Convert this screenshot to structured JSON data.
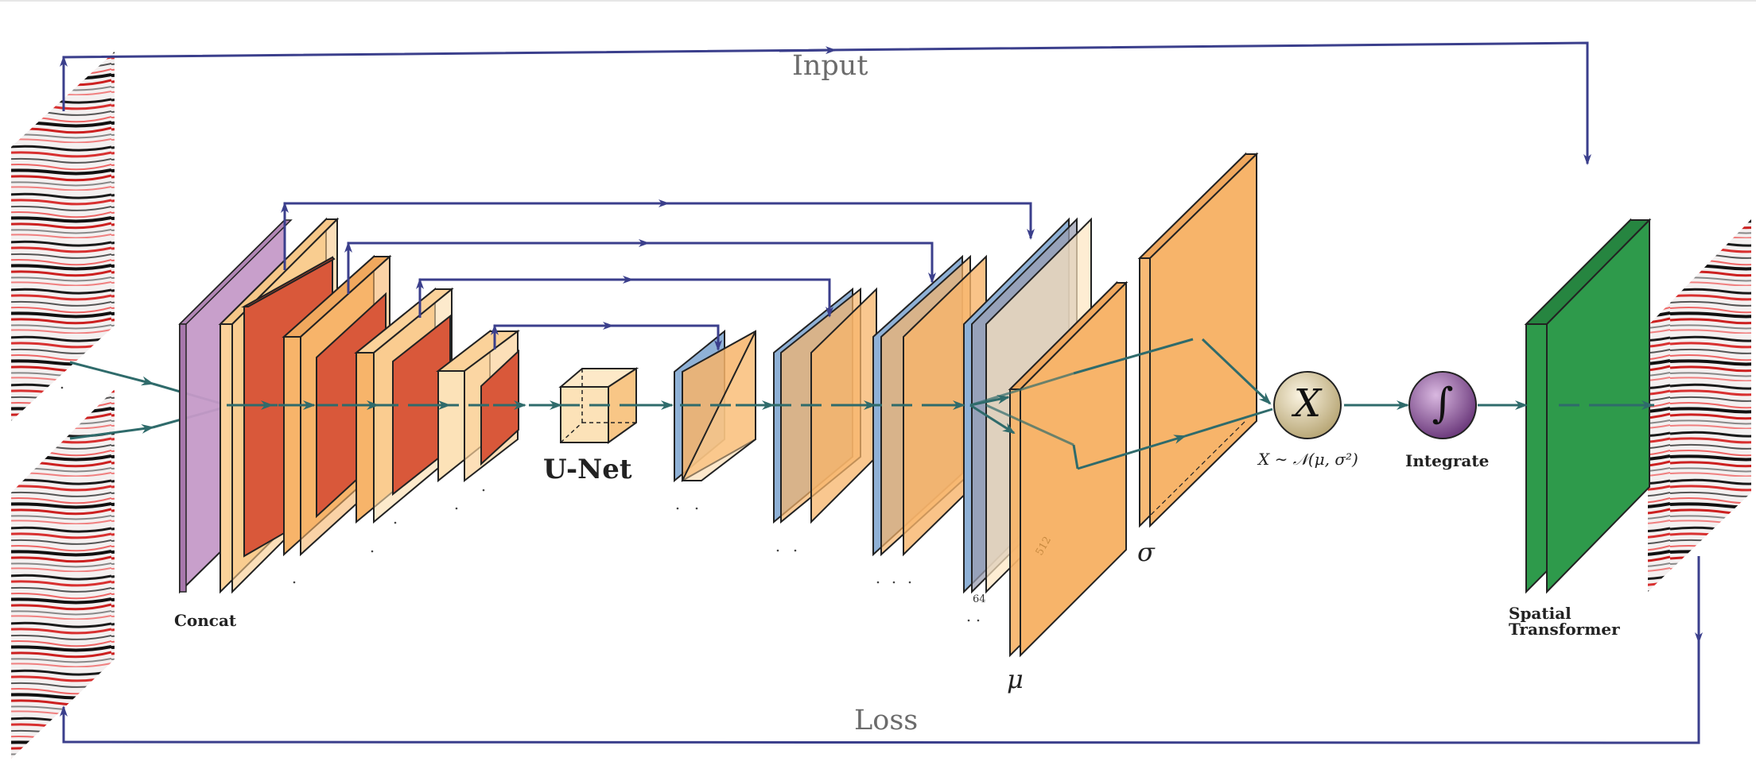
{
  "labels": {
    "input": "Input",
    "loss": "Loss",
    "concat": "Concat",
    "unet": "U-Net",
    "mu": "μ",
    "sigma": "σ",
    "x_node": "X",
    "distribution": "X ∼ 𝒩(μ, σ²)",
    "integrate_symbol": "∫",
    "integrate": "Integrate",
    "spatial_transformer_line1": "Spatial",
    "spatial_transformer_line2": "Transformer",
    "dim_64": "64",
    "dim_512": "512"
  },
  "colors": {
    "connection": "#3b3f8c",
    "flow": "#2f6b6b",
    "concat_layer": "#c59ac8",
    "encoder_light": "#fbd29a",
    "encoder_mid": "#f7b46a",
    "encoder_dark": "#d9583a",
    "decoder_blue": "#8fb1d6",
    "bottleneck": "#fce2b8",
    "spatial_transformer": "#2e9a4b",
    "x_node": "#dccca4",
    "integrate_node": "#8b5a9b"
  }
}
